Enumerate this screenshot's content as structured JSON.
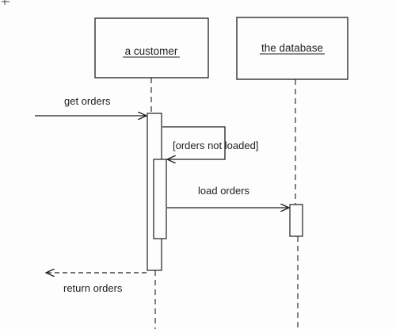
{
  "lifelines": [
    {
      "id": "customer",
      "name": "a customer"
    },
    {
      "id": "database",
      "name": "the database"
    }
  ],
  "messages": [
    {
      "id": "get-orders",
      "label": "get orders",
      "from": "external",
      "to": "customer",
      "kind": "call"
    },
    {
      "id": "orders-not-loaded",
      "label": "[orders not loaded]",
      "from": "customer",
      "to": "customer",
      "kind": "self-call-guard"
    },
    {
      "id": "load-orders",
      "label": "load orders",
      "from": "customer",
      "to": "database",
      "kind": "call"
    },
    {
      "id": "return-orders",
      "label": "return orders",
      "from": "customer",
      "to": "external",
      "kind": "return"
    }
  ],
  "colors": {
    "ink": "#1e1e1e",
    "paper": "#fdfdfd"
  }
}
